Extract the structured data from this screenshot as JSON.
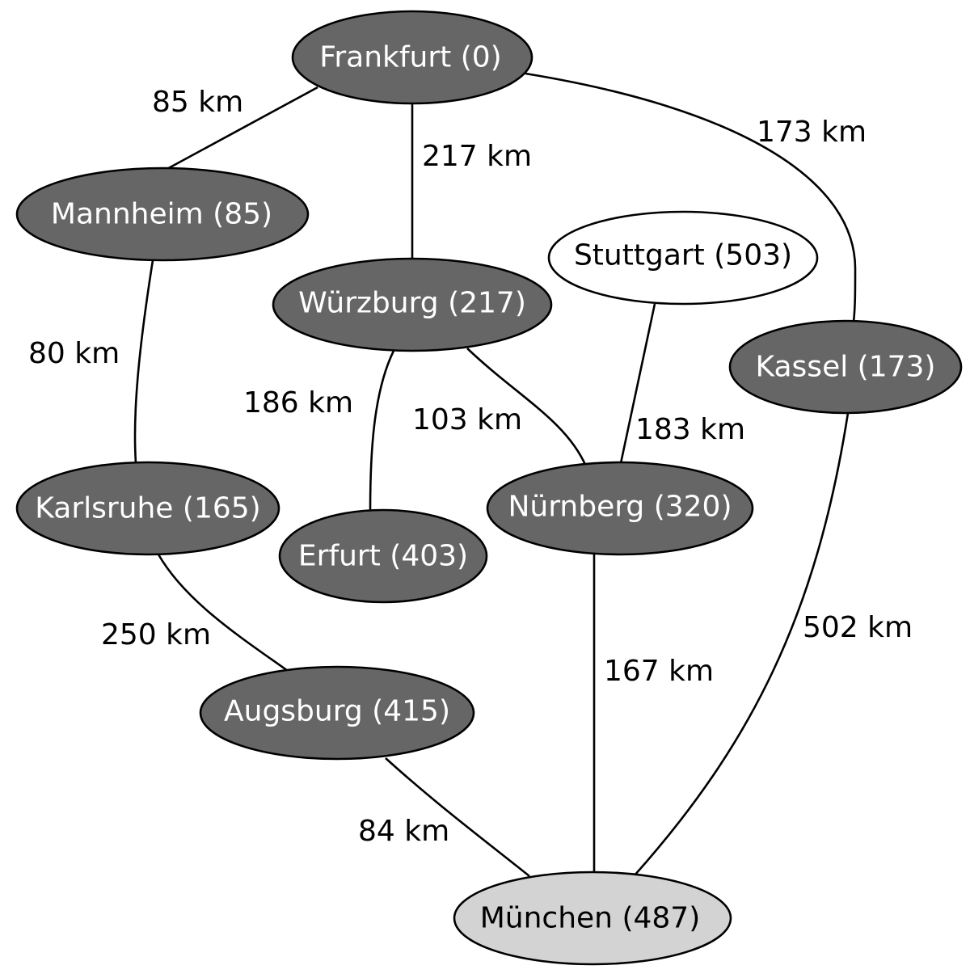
{
  "colors": {
    "visited_fill": "#666666",
    "visited_text": "#ffffff",
    "current_fill": "#d3d3d3",
    "current_text": "#000000",
    "unvisited_fill": "#ffffff",
    "unvisited_text": "#000000",
    "edge": "#000000"
  },
  "nodes": {
    "frankfurt": {
      "label": "Frankfurt (0)",
      "state": "visited"
    },
    "mannheim": {
      "label": "Mannheim (85)",
      "state": "visited"
    },
    "wuerzburg": {
      "label": "Würzburg (217)",
      "state": "visited"
    },
    "stuttgart": {
      "label": "Stuttgart (503)",
      "state": "unvisited"
    },
    "kassel": {
      "label": "Kassel (173)",
      "state": "visited"
    },
    "karlsruhe": {
      "label": "Karlsruhe (165)",
      "state": "visited"
    },
    "erfurt": {
      "label": "Erfurt (403)",
      "state": "visited"
    },
    "nuernberg": {
      "label": "Nürnberg (320)",
      "state": "visited"
    },
    "augsburg": {
      "label": "Augsburg (415)",
      "state": "visited"
    },
    "muenchen": {
      "label": "München (487)",
      "state": "current"
    }
  },
  "edges": {
    "frankfurt_mannheim": {
      "from": "Frankfurt",
      "to": "Mannheim",
      "label": "85 km"
    },
    "frankfurt_wuerzburg": {
      "from": "Frankfurt",
      "to": "Würzburg",
      "label": "217 km"
    },
    "frankfurt_kassel": {
      "from": "Frankfurt",
      "to": "Kassel",
      "label": "173 km"
    },
    "mannheim_karlsruhe": {
      "from": "Mannheim",
      "to": "Karlsruhe",
      "label": "80 km"
    },
    "wuerzburg_erfurt": {
      "from": "Würzburg",
      "to": "Erfurt",
      "label": "186 km"
    },
    "wuerzburg_nuernberg": {
      "from": "Würzburg",
      "to": "Nürnberg",
      "label": "103 km"
    },
    "stuttgart_nuernberg": {
      "from": "Stuttgart",
      "to": "Nürnberg",
      "label": "183 km"
    },
    "karlsruhe_augsburg": {
      "from": "Karlsruhe",
      "to": "Augsburg",
      "label": "250 km"
    },
    "nuernberg_muenchen": {
      "from": "Nürnberg",
      "to": "München",
      "label": "167 km"
    },
    "augsburg_muenchen": {
      "from": "Augsburg",
      "to": "München",
      "label": "84 km"
    },
    "kassel_muenchen": {
      "from": "Kassel",
      "to": "München",
      "label": "502 km"
    }
  }
}
